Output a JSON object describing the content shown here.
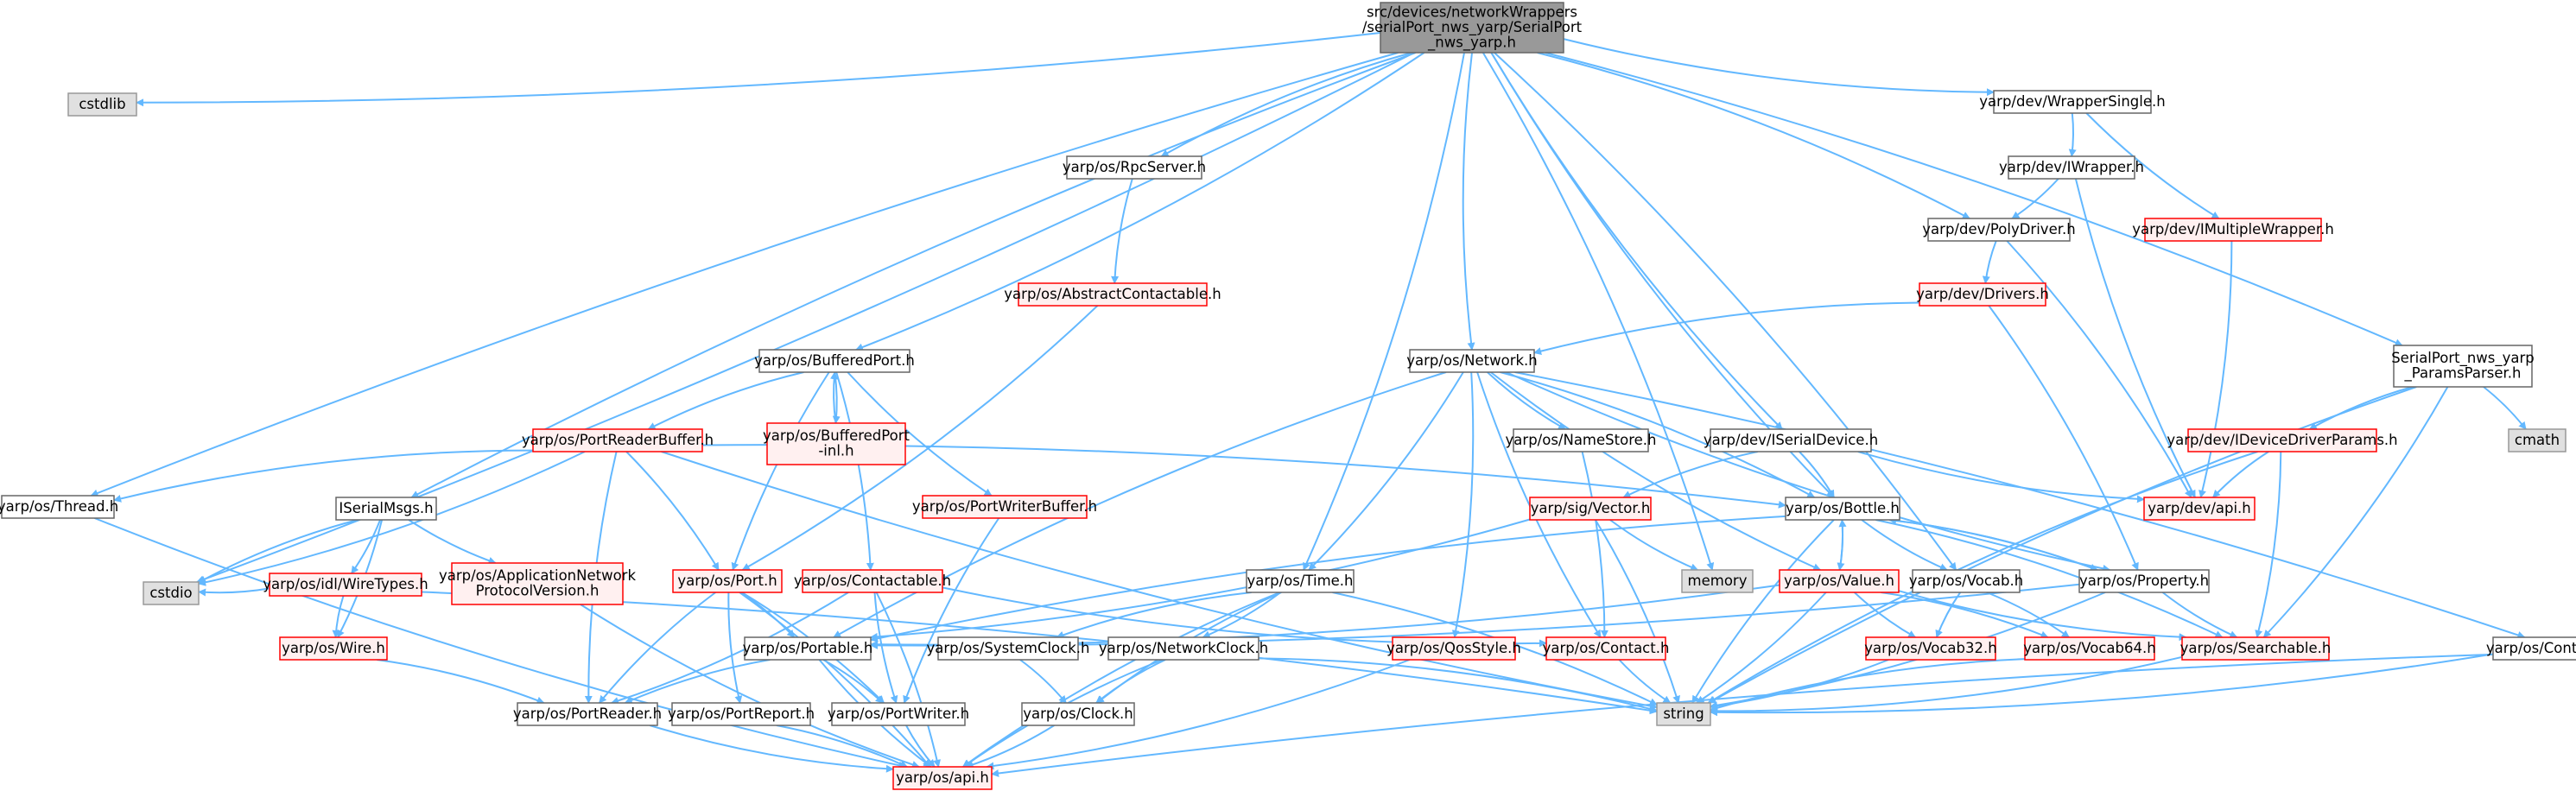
{
  "diagram": {
    "type": "include-dependency-graph",
    "colors": {
      "root_fill": "#999999",
      "root_stroke": "#666666",
      "node_fill": "#ffffff",
      "node_stroke": "#666666",
      "missing_fill": "#fff0f0",
      "missing_stroke": "#ff0000",
      "system_fill": "#e0e0e0",
      "system_stroke": "#999999",
      "edge": "#63b8ff"
    },
    "nodes": [
      {
        "id": "root",
        "kind": "root",
        "lines": [
          "src/devices/networkWrappers",
          "/serialPort_nws_yarp/SerialPort",
          "_nws_yarp.h"
        ]
      },
      {
        "id": "cstdlib",
        "kind": "system",
        "lines": [
          "cstdlib"
        ]
      },
      {
        "id": "thread",
        "kind": "normal",
        "lines": [
          "yarp/os/Thread.h"
        ]
      },
      {
        "id": "cstdio",
        "kind": "system",
        "lines": [
          "cstdio"
        ]
      },
      {
        "id": "iserialmsgs",
        "kind": "normal",
        "lines": [
          "ISerialMsgs.h"
        ]
      },
      {
        "id": "wiretypes",
        "kind": "missing",
        "lines": [
          "yarp/os/idl/WireTypes.h"
        ]
      },
      {
        "id": "appnet",
        "kind": "missing",
        "lines": [
          "yarp/os/ApplicationNetwork",
          "ProtocolVersion.h"
        ]
      },
      {
        "id": "wire",
        "kind": "missing",
        "lines": [
          "yarp/os/Wire.h"
        ]
      },
      {
        "id": "bufferedport",
        "kind": "normal",
        "lines": [
          "yarp/os/BufferedPort.h"
        ]
      },
      {
        "id": "bufferedportinl",
        "kind": "missing",
        "lines": [
          "yarp/os/BufferedPort",
          "-inl.h"
        ]
      },
      {
        "id": "portreaderbuffer",
        "kind": "missing",
        "lines": [
          "yarp/os/PortReaderBuffer.h"
        ]
      },
      {
        "id": "portwriterbuffer",
        "kind": "missing",
        "lines": [
          "yarp/os/PortWriterBuffer.h"
        ]
      },
      {
        "id": "port",
        "kind": "missing",
        "lines": [
          "yarp/os/Port.h"
        ]
      },
      {
        "id": "contactable",
        "kind": "missing",
        "lines": [
          "yarp/os/Contactable.h"
        ]
      },
      {
        "id": "rpcserver",
        "kind": "normal",
        "lines": [
          "yarp/os/RpcServer.h"
        ]
      },
      {
        "id": "abstractcontactable",
        "kind": "missing",
        "lines": [
          "yarp/os/AbstractContactable.h"
        ]
      },
      {
        "id": "network",
        "kind": "normal",
        "lines": [
          "yarp/os/Network.h"
        ]
      },
      {
        "id": "namestore",
        "kind": "normal",
        "lines": [
          "yarp/os/NameStore.h"
        ]
      },
      {
        "id": "time",
        "kind": "normal",
        "lines": [
          "yarp/os/Time.h"
        ]
      },
      {
        "id": "vector",
        "kind": "missing",
        "lines": [
          "yarp/sig/Vector.h"
        ]
      },
      {
        "id": "memory",
        "kind": "system",
        "lines": [
          "memory"
        ]
      },
      {
        "id": "bottle",
        "kind": "normal",
        "lines": [
          "yarp/os/Bottle.h"
        ]
      },
      {
        "id": "value",
        "kind": "missing",
        "lines": [
          "yarp/os/Value.h"
        ]
      },
      {
        "id": "vocab",
        "kind": "normal",
        "lines": [
          "yarp/os/Vocab.h"
        ]
      },
      {
        "id": "property",
        "kind": "normal",
        "lines": [
          "yarp/os/Property.h"
        ]
      },
      {
        "id": "portable",
        "kind": "normal",
        "lines": [
          "yarp/os/Portable.h"
        ]
      },
      {
        "id": "systemclock",
        "kind": "normal",
        "lines": [
          "yarp/os/SystemClock.h"
        ]
      },
      {
        "id": "networkclock",
        "kind": "normal",
        "lines": [
          "yarp/os/NetworkClock.h"
        ]
      },
      {
        "id": "qosstyle",
        "kind": "missing",
        "lines": [
          "yarp/os/QosStyle.h"
        ]
      },
      {
        "id": "contact",
        "kind": "missing",
        "lines": [
          "yarp/os/Contact.h"
        ]
      },
      {
        "id": "vocab32",
        "kind": "missing",
        "lines": [
          "yarp/os/Vocab32.h"
        ]
      },
      {
        "id": "vocab64",
        "kind": "missing",
        "lines": [
          "yarp/os/Vocab64.h"
        ]
      },
      {
        "id": "searchable",
        "kind": "missing",
        "lines": [
          "yarp/os/Searchable.h"
        ]
      },
      {
        "id": "portreader",
        "kind": "normal",
        "lines": [
          "yarp/os/PortReader.h"
        ]
      },
      {
        "id": "portreport",
        "kind": "normal",
        "lines": [
          "yarp/os/PortReport.h"
        ]
      },
      {
        "id": "portwriter",
        "kind": "normal",
        "lines": [
          "yarp/os/PortWriter.h"
        ]
      },
      {
        "id": "clock",
        "kind": "normal",
        "lines": [
          "yarp/os/Clock.h"
        ]
      },
      {
        "id": "string",
        "kind": "system",
        "lines": [
          "string"
        ]
      },
      {
        "id": "api",
        "kind": "missing",
        "lines": [
          "yarp/os/api.h"
        ]
      },
      {
        "id": "iserialdevice",
        "kind": "normal",
        "lines": [
          "yarp/dev/ISerialDevice.h"
        ]
      },
      {
        "id": "devapi",
        "kind": "missing",
        "lines": [
          "yarp/dev/api.h"
        ]
      },
      {
        "id": "wrappersingle",
        "kind": "normal",
        "lines": [
          "yarp/dev/WrapperSingle.h"
        ]
      },
      {
        "id": "iwrapper",
        "kind": "normal",
        "lines": [
          "yarp/dev/IWrapper.h"
        ]
      },
      {
        "id": "imultiplewrapper",
        "kind": "missing",
        "lines": [
          "yarp/dev/IMultipleWrapper.h"
        ]
      },
      {
        "id": "polydriver",
        "kind": "normal",
        "lines": [
          "yarp/dev/PolyDriver.h"
        ]
      },
      {
        "id": "drivers",
        "kind": "missing",
        "lines": [
          "yarp/dev/Drivers.h"
        ]
      },
      {
        "id": "paramsparser",
        "kind": "normal",
        "lines": [
          "SerialPort_nws_yarp",
          "_ParamsParser.h"
        ]
      },
      {
        "id": "cmath",
        "kind": "system",
        "lines": [
          "cmath"
        ]
      },
      {
        "id": "ideviceparams",
        "kind": "missing",
        "lines": [
          "yarp/dev/IDeviceDriverParams.h"
        ]
      },
      {
        "id": "contactstyle",
        "kind": "normal",
        "lines": [
          "yarp/os/ContactStyle.h"
        ]
      }
    ],
    "edges": [
      [
        "root",
        "cstdlib"
      ],
      [
        "root",
        "thread"
      ],
      [
        "root",
        "cstdio"
      ],
      [
        "root",
        "iserialmsgs"
      ],
      [
        "root",
        "bufferedport"
      ],
      [
        "root",
        "rpcserver"
      ],
      [
        "root",
        "time"
      ],
      [
        "root",
        "network"
      ],
      [
        "root",
        "memory"
      ],
      [
        "root",
        "bottle"
      ],
      [
        "root",
        "vocab"
      ],
      [
        "root",
        "iserialdevice"
      ],
      [
        "root",
        "polydriver"
      ],
      [
        "root",
        "wrappersingle"
      ],
      [
        "root",
        "paramsparser"
      ],
      [
        "thread",
        "api"
      ],
      [
        "iserialmsgs",
        "wiretypes"
      ],
      [
        "iserialmsgs",
        "appnet"
      ],
      [
        "iserialmsgs",
        "wire"
      ],
      [
        "iserialmsgs",
        "cstdio"
      ],
      [
        "wiretypes",
        "cstdio"
      ],
      [
        "wiretypes",
        "wire"
      ],
      [
        "wiretypes",
        "string"
      ],
      [
        "appnet",
        "api"
      ],
      [
        "wire",
        "portreader"
      ],
      [
        "bufferedport",
        "portreaderbuffer"
      ],
      [
        "bufferedport",
        "bufferedportinl"
      ],
      [
        "bufferedport",
        "port"
      ],
      [
        "bufferedport",
        "contactable"
      ],
      [
        "bufferedport",
        "portwriterbuffer"
      ],
      [
        "bufferedportinl",
        "bufferedport"
      ],
      [
        "portreaderbuffer",
        "thread"
      ],
      [
        "portreaderbuffer",
        "port"
      ],
      [
        "portreaderbuffer",
        "portreader"
      ],
      [
        "portreaderbuffer",
        "bottle"
      ],
      [
        "portreaderbuffer",
        "string"
      ],
      [
        "portreaderbuffer",
        "cstdio"
      ],
      [
        "portwriterbuffer",
        "portwriter"
      ],
      [
        "port",
        "portable"
      ],
      [
        "port",
        "portreader"
      ],
      [
        "port",
        "portwriter"
      ],
      [
        "port",
        "portreport"
      ],
      [
        "port",
        "api"
      ],
      [
        "contactable",
        "contact"
      ],
      [
        "contactable",
        "portreader"
      ],
      [
        "contactable",
        "portwriter"
      ],
      [
        "contactable",
        "api"
      ],
      [
        "rpcserver",
        "abstractcontactable"
      ],
      [
        "abstractcontactable",
        "port"
      ],
      [
        "network",
        "namestore"
      ],
      [
        "network",
        "time"
      ],
      [
        "network",
        "portable"
      ],
      [
        "network",
        "bottle"
      ],
      [
        "network",
        "value"
      ],
      [
        "network",
        "qosstyle"
      ],
      [
        "network",
        "contact"
      ],
      [
        "network",
        "contactstyle"
      ],
      [
        "network",
        "property"
      ],
      [
        "namestore",
        "contact"
      ],
      [
        "time",
        "systemclock"
      ],
      [
        "time",
        "networkclock"
      ],
      [
        "time",
        "clock"
      ],
      [
        "time",
        "string"
      ],
      [
        "time",
        "api"
      ],
      [
        "vector",
        "portable"
      ],
      [
        "vector",
        "memory"
      ],
      [
        "vector",
        "string"
      ],
      [
        "bottle",
        "portable"
      ],
      [
        "bottle",
        "value"
      ],
      [
        "bottle",
        "vocab"
      ],
      [
        "bottle",
        "property"
      ],
      [
        "bottle",
        "string"
      ],
      [
        "bottle",
        "searchable"
      ],
      [
        "value",
        "bottle"
      ],
      [
        "value",
        "portable"
      ],
      [
        "value",
        "vocab32"
      ],
      [
        "value",
        "vocab64"
      ],
      [
        "value",
        "searchable"
      ],
      [
        "value",
        "string"
      ],
      [
        "vocab",
        "vocab32"
      ],
      [
        "vocab",
        "vocab64"
      ],
      [
        "property",
        "bottle"
      ],
      [
        "property",
        "portable"
      ],
      [
        "property",
        "searchable"
      ],
      [
        "property",
        "string"
      ],
      [
        "portable",
        "portreader"
      ],
      [
        "portable",
        "portwriter"
      ],
      [
        "portable",
        "api"
      ],
      [
        "systemclock",
        "clock"
      ],
      [
        "networkclock",
        "clock"
      ],
      [
        "networkclock",
        "string"
      ],
      [
        "networkclock",
        "api"
      ],
      [
        "qosstyle",
        "api"
      ],
      [
        "contact",
        "string"
      ],
      [
        "vocab32",
        "string"
      ],
      [
        "vocab64",
        "string"
      ],
      [
        "searchable",
        "string"
      ],
      [
        "portreader",
        "api"
      ],
      [
        "portreport",
        "api"
      ],
      [
        "portwriter",
        "api"
      ],
      [
        "clock",
        "api"
      ],
      [
        "iserialdevice",
        "vector"
      ],
      [
        "iserialdevice",
        "bottle"
      ],
      [
        "iserialdevice",
        "devapi"
      ],
      [
        "wrappersingle",
        "iwrapper"
      ],
      [
        "wrappersingle",
        "imultiplewrapper"
      ],
      [
        "iwrapper",
        "polydriver"
      ],
      [
        "iwrapper",
        "devapi"
      ],
      [
        "imultiplewrapper",
        "devapi"
      ],
      [
        "polydriver",
        "drivers"
      ],
      [
        "polydriver",
        "devapi"
      ],
      [
        "drivers",
        "network"
      ],
      [
        "drivers",
        "property"
      ],
      [
        "paramsparser",
        "ideviceparams"
      ],
      [
        "paramsparser",
        "cmath"
      ],
      [
        "paramsparser",
        "string"
      ],
      [
        "paramsparser",
        "searchable"
      ],
      [
        "ideviceparams",
        "devapi"
      ],
      [
        "ideviceparams",
        "searchable"
      ],
      [
        "ideviceparams",
        "string"
      ],
      [
        "contactstyle",
        "string"
      ],
      [
        "contactstyle",
        "api"
      ]
    ]
  }
}
